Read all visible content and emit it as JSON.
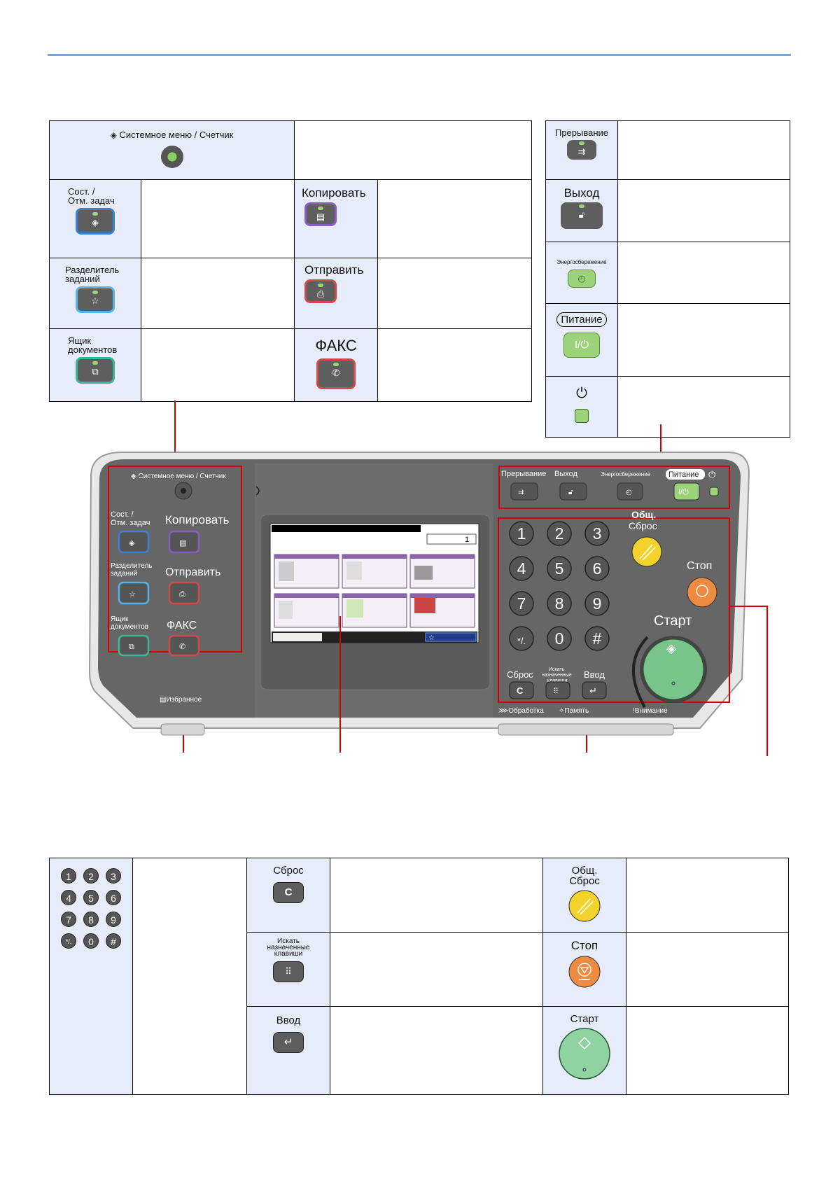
{
  "top_left": {
    "system_menu": "Системное меню / Счетчик",
    "status": "Сост. /\nОтм. задач",
    "copy": "Копировать",
    "separator": "Разделитель\nзаданий",
    "send": "Отправить",
    "docbox": "Ящик\nдокументов",
    "fax": "ФАКС"
  },
  "top_right": {
    "interrupt": "Прерывание",
    "logout": "Выход",
    "energy": "Энергосбережение",
    "power": "Питание"
  },
  "panel": {
    "system_menu": "Системное меню / Счетчик",
    "status_line1": "Сост. /",
    "status_line2": "Отм. задач",
    "copy": "Копировать",
    "sep_line1": "Разделитель",
    "sep_line2": "заданий",
    "send": "Отправить",
    "docbox_line1": "Ящик",
    "docbox_line2": "документов",
    "fax": "ФАКС",
    "interrupt": "Прерывание",
    "logout": "Выход",
    "energy": "Энергосбережение",
    "power": "Питание",
    "reset_line1": "Общ.",
    "reset_line2": "Сброс",
    "stop": "Стоп",
    "start": "Старт",
    "clear": "Сброс",
    "search_line1": "Искать",
    "search_line2": "назначенные",
    "search_line3": "клавиши",
    "enter": "Ввод",
    "favorites": "Избранное",
    "processing": "Обработка",
    "memory": "Память",
    "attention": "Внимание",
    "screen_counter": "1",
    "digits": [
      "1",
      "2",
      "3",
      "4",
      "5",
      "6",
      "7",
      "8",
      "9",
      "*/.",
      "0",
      "#"
    ]
  },
  "bottom": {
    "keypad_digits": [
      "1",
      "2",
      "3",
      "4",
      "5",
      "6",
      "7",
      "8",
      "9",
      "*/.",
      "0",
      "#"
    ],
    "clear": "Сброс",
    "search": "Искать\nназначенные\nклавиши",
    "enter": "Ввод",
    "reset": "Общ.\nСброс",
    "stop": "Стоп",
    "start": "Старт"
  },
  "colors": {
    "rule": "#7aa6e0",
    "cell_bg": "#e6ecf9",
    "callout": "#d20000",
    "panel_dark": "#6a6a6a"
  }
}
